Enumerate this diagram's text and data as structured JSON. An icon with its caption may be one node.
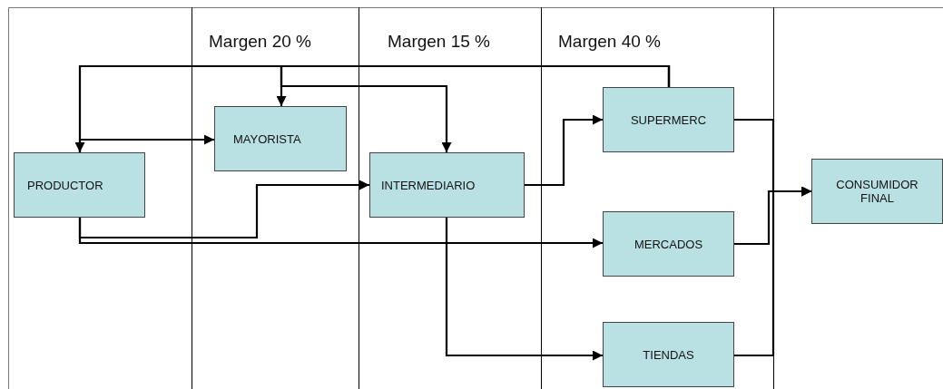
{
  "diagram": {
    "nodes": [
      {
        "text": [
          "PRODUCTOR"
        ]
      },
      {
        "text": [
          "MAYORISTA"
        ]
      },
      {
        "text": [
          "INTERMEDIARIO"
        ]
      },
      {
        "text": [
          "SUPERMERC"
        ]
      },
      {
        "text": [
          "MERCADOS"
        ]
      },
      {
        "text": [
          "TIENDAS"
        ]
      },
      {
        "text": [
          "CONSUMIDOR FINAL"
        ]
      }
    ],
    "edges": [
      {
        "from": 3,
        "to": 0,
        "arrow": "to"
      },
      {
        "from": 3,
        "to": 1,
        "arrow": "to"
      },
      {
        "from": 3,
        "to": 2,
        "arrow": "to"
      },
      {
        "from": 0,
        "to": 1,
        "arrow": "to"
      },
      {
        "from": 0,
        "to": 2,
        "arrow": "to"
      },
      {
        "from": 0,
        "to": 4,
        "arrow": "to"
      },
      {
        "from": 2,
        "to": 3,
        "arrow": "to"
      },
      {
        "from": 2,
        "to": 5,
        "arrow": "to"
      },
      {
        "from": 3,
        "to": 6,
        "arrow": "to"
      },
      {
        "from": 4,
        "to": 6,
        "arrow": "to"
      },
      {
        "from": 5,
        "to": 6,
        "arrow": "to"
      }
    ],
    "labels": [
      "Margen 20 %",
      "Margen 15 %",
      "Margen 40 %"
    ]
  }
}
